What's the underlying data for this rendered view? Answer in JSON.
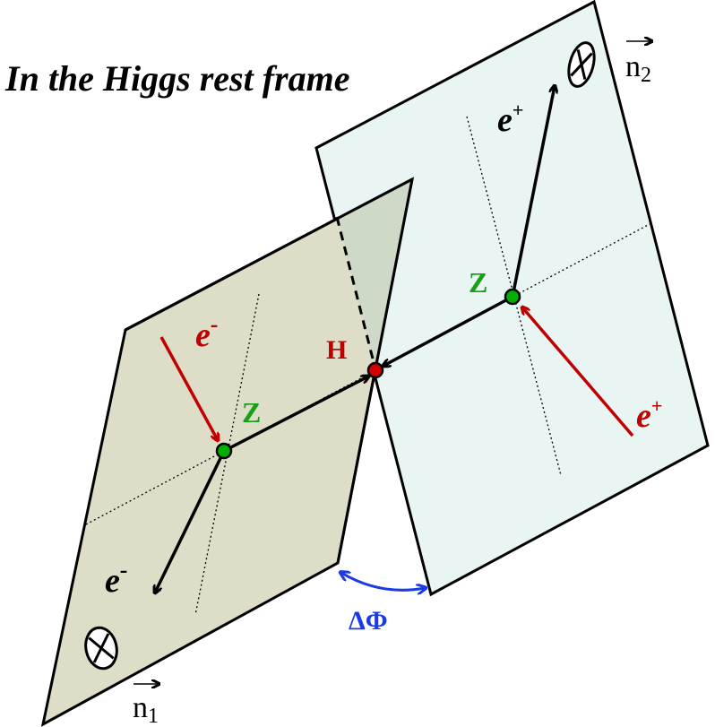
{
  "title": "In the Higgs rest frame",
  "labels": {
    "higgs": "H",
    "z_left": "Z",
    "z_right": "Z",
    "electron_in": "e",
    "electron_in_sup": "-",
    "electron_out": "e",
    "electron_out_sup": "-",
    "positron_in": "e",
    "positron_in_sup": "+",
    "positron_out": "e",
    "positron_out_sup": "+",
    "n1_base": "n",
    "n1_sub": "1",
    "n2_base": "n",
    "n2_sub": "2",
    "delta_phi": "ΔΦ"
  },
  "colors": {
    "left_plane": "#ddddc8",
    "right_plane": "#e9f5f3",
    "overlap": "#cfd9c8",
    "z_dot": "#00b000",
    "z_text": "#18a018",
    "higgs_dot": "#d40000",
    "higgs_text": "#c00000",
    "incoming_arrow": "#c00000",
    "delta_phi": "#1a3be6",
    "line": "#000000"
  },
  "icons": {
    "n1_symbol": "into-page-cross-icon",
    "n2_symbol": "into-page-cross-icon"
  }
}
